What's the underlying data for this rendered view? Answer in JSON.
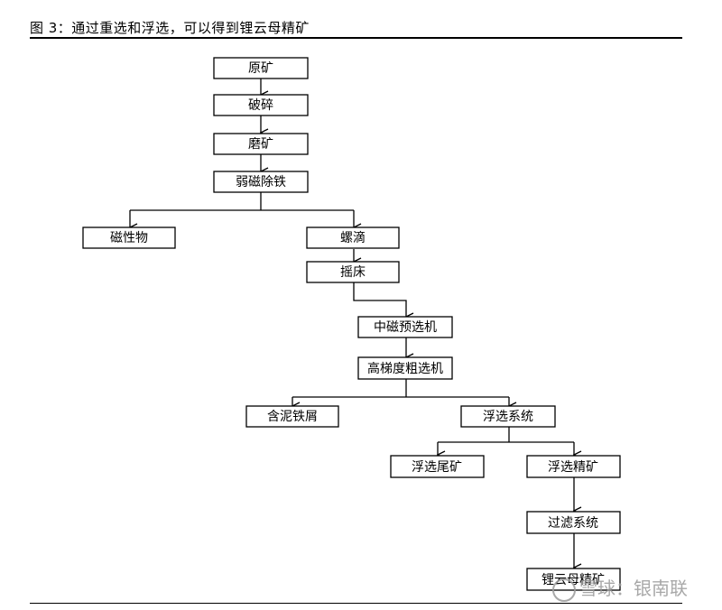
{
  "caption": "图 3：通过重选和浮选，可以得到锂云母精矿",
  "nodes": {
    "yuankuang": "原矿",
    "posui": "破碎",
    "mokuang": "磨矿",
    "ruociechutie": "弱磁除铁",
    "cixingwu": "磁性物",
    "luodi": "螺滴",
    "yaochuang": "摇床",
    "zhongciyuxuanji": "中磁预选机",
    "gaotiducuxuanji": "高梯度粗选机",
    "hannitiexie": "含泥铁屑",
    "fuxuanxitong": "浮选系统",
    "fuxuanweikuang": "浮选尾矿",
    "fuxuanjingkuang": "浮选精矿",
    "guolvxitong": "过滤系统",
    "liyunmujingkuang": "锂云母精矿"
  },
  "watermark": "雪球：银南联"
}
